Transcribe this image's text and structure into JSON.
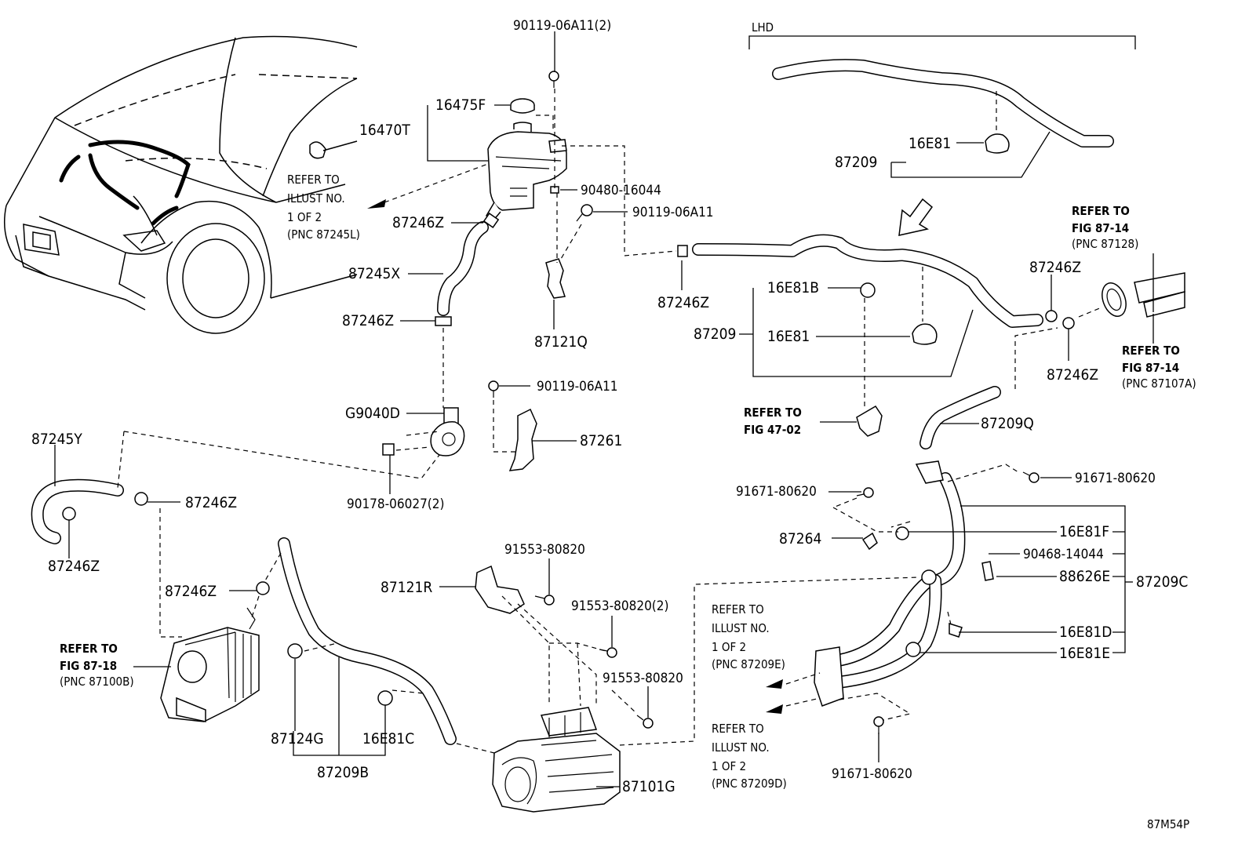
{
  "labels": {
    "p90119_06A11_2": "90119-06A11(2)",
    "p16475F": "16475F",
    "p16470T": "16470T",
    "p90480_16044": "90480-16044",
    "p90119_06A11_a": "90119-06A11",
    "p87246Z_a": "87246Z",
    "p87245X": "87245X",
    "p87246Z_b": "87246Z",
    "p87121Q": "87121Q",
    "p90119_06A11_b": "90119-06A11",
    "pG9040D": "G9040D",
    "p87261": "87261",
    "p90178_06027_2": "90178-06027(2)",
    "p87245Y": "87245Y",
    "p87246Z_c": "87246Z",
    "p87246Z_d": "87246Z",
    "p87246Z_e": "87246Z",
    "p87124G": "87124G",
    "p16E81C": "16E81C",
    "p87209B": "87209B",
    "p91553_80820_a": "91553-80820",
    "p87121R": "87121R",
    "p91553_80820_2": "91553-80820(2)",
    "p91553_80820_b": "91553-80820",
    "p87101G": "87101G",
    "lhd": "LHD",
    "p16E81_a": "16E81",
    "p87209_a": "87209",
    "p87246Z_f": "87246Z",
    "p16E81B": "16E81B",
    "p87209_b": "87209",
    "p16E81_b": "16E81",
    "p87246Z_g": "87246Z",
    "p87246Z_h": "87246Z",
    "p87209Q": "87209Q",
    "p91671_80620_a": "91671-80620",
    "p91671_80620_b": "91671-80620",
    "p87264": "87264",
    "p16E81F": "16E81F",
    "p90468_14044": "90468-14044",
    "p88626E": "88626E",
    "p87209C": "87209C",
    "p16E81D": "16E81D",
    "p16E81E": "16E81E",
    "p91671_80620_c": "91671-80620",
    "code": "87M54P"
  },
  "notes": {
    "n1": [
      "REFER TO",
      "ILLUST NO.",
      "1 OF 2",
      "(PNC 87245L)"
    ],
    "n2": [
      "REFER TO",
      "FIG 87-14",
      "(PNC 87128)"
    ],
    "n3": [
      "REFER TO",
      "FIG 87-14",
      "(PNC 87107A)"
    ],
    "n4": [
      "REFER TO",
      "FIG 47-02"
    ],
    "n5": [
      "REFER TO",
      "FIG 87-18",
      "(PNC 87100B)"
    ],
    "n6": [
      "REFER TO",
      "ILLUST NO.",
      "1 OF 2",
      "(PNC 87209E)"
    ],
    "n7": [
      "REFER TO",
      "ILLUST NO.",
      "1 OF 2",
      "(PNC 87209D)"
    ]
  },
  "icons": {
    "arrow": "hollow-down-left-arrow",
    "refer-arrow": "filled-left-arrow"
  }
}
